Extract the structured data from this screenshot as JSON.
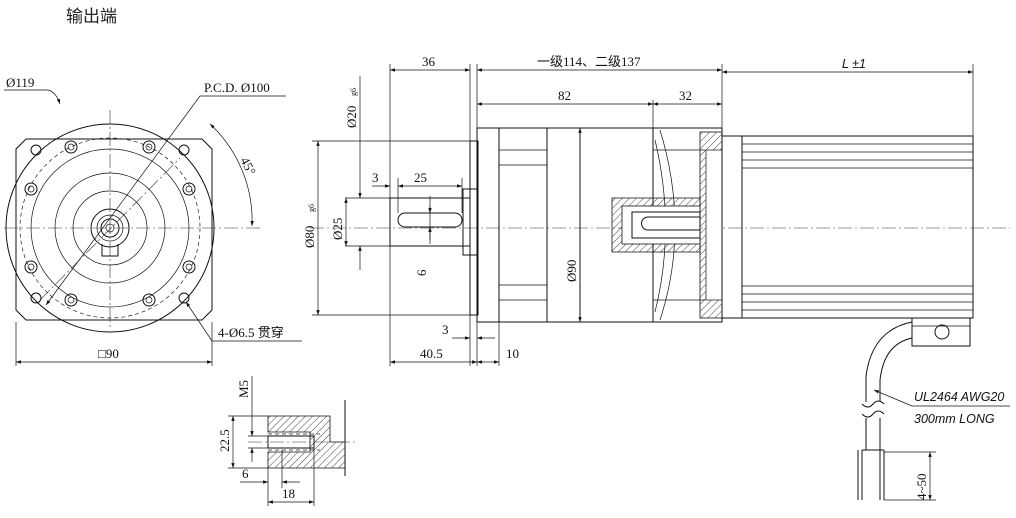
{
  "title": "输出端",
  "front_view": {
    "outer_circle": "Ø119",
    "pcd": "P.C.D. Ø100",
    "angle": "45°",
    "holes": "4-Ø6.5 贯穿",
    "square": "□90"
  },
  "side_view": {
    "shaft_length": "36",
    "gearbox_length": "一级114、二级137",
    "motor_length": "L ±1",
    "length_82": "82",
    "length_32": "32",
    "shaft_dia": "Ø20",
    "shaft_tol": "g6",
    "pilot_dia": "Ø80",
    "pilot_tol": "g6",
    "dim_25_dia": "Ø25",
    "key_offset": "3",
    "key_length": "25",
    "key_width": "6",
    "housing_dia": "Ø90",
    "flange_gap": "3",
    "shaft_total": "40.5",
    "flange_thk": "10"
  },
  "cable": {
    "spec": "UL2464  AWG20",
    "length": "300mm  LONG",
    "strip": "4~50"
  },
  "detail": {
    "thread": "M5",
    "height": "22.5",
    "depth_6": "6",
    "depth_18": "18"
  }
}
